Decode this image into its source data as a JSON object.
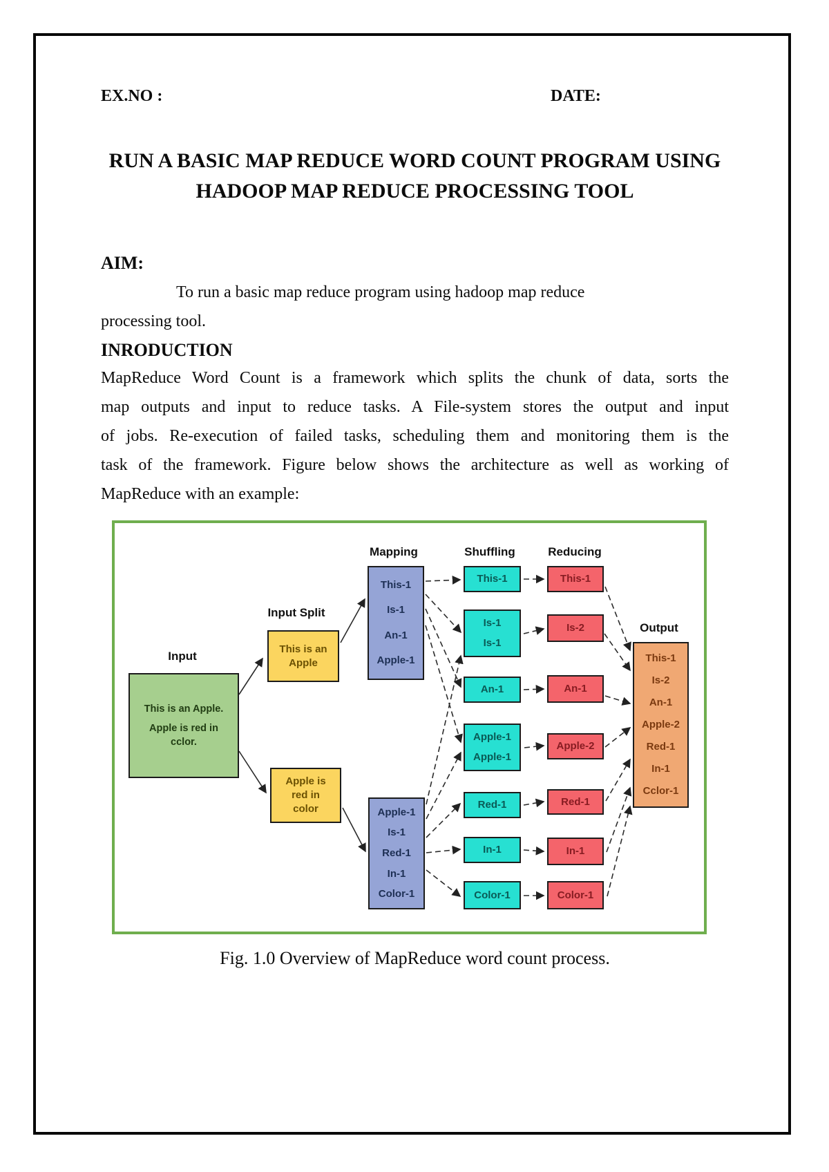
{
  "document": {
    "ex_no": "EX.NO :",
    "date": "DATE:",
    "title_line1": "RUN A BASIC MAP REDUCE WORD COUNT PROGRAM USING",
    "title_line2": "HADOOP MAP REDUCE PROCESSING TOOL",
    "aim_heading": "AIM:",
    "aim_line1": "To run a basic map reduce program using hadoop map reduce",
    "aim_line2": "processing tool.",
    "intro_heading": "INRODUCTION",
    "intro_lines": [
      "MapReduce Word Count is a framework which splits the chunk of data, sorts the",
      "map outputs and input to reduce tasks. A File-system stores the output and input",
      "of jobs. Re-execution of failed tasks, scheduling them and monitoring them is the",
      "task of the framework. Figure below shows the architecture as well as working of",
      "MapReduce with an example:"
    ],
    "figure_caption": "Fig. 1.0 Overview of MapReduce word count process."
  },
  "diagram": {
    "column_labels": {
      "input": "Input",
      "input_split": "Input Split",
      "mapping": "Mapping",
      "shuffling": "Shuffling",
      "reducing": "Reducing",
      "output": "Output"
    },
    "input_box": {
      "line1": "This is an Apple.",
      "line2": "Apple is red in",
      "line3": "cclor."
    },
    "split_box1": {
      "line1": "This is an",
      "line2": "Apple"
    },
    "split_box2": {
      "line1": "Apple is",
      "line2": "red in",
      "line3": "color"
    },
    "map_box1": [
      "This-1",
      "Is-1",
      "An-1",
      "Apple-1"
    ],
    "map_box2": [
      "Apple-1",
      "Is-1",
      "Red-1",
      "In-1",
      "Color-1"
    ],
    "shuffle_boxes": {
      "this": [
        "This-1"
      ],
      "is": [
        "Is-1",
        "Is-1"
      ],
      "an": [
        "An-1"
      ],
      "apple": [
        "Apple-1",
        "Apple-1"
      ],
      "red": [
        "Red-1"
      ],
      "in": [
        "In-1"
      ],
      "color": [
        "Color-1"
      ]
    },
    "reduce_boxes": {
      "this": "This-1",
      "is": "Is-2",
      "an": "An-1",
      "apple": "Apple-2",
      "red": "Red-1",
      "in": "In-1",
      "color": "Color-1"
    },
    "output_box": [
      "This-1",
      "Is-2",
      "An-1",
      "Apple-2",
      "Red-1",
      "In-1",
      "Cclor-1"
    ],
    "colors": {
      "figure_border": "#6fae4e",
      "input_fill": "#a6cf8e",
      "split_fill": "#fbd55f",
      "mapping_fill": "#95a4d6",
      "shuffle_fill": "#27e0d2",
      "reduce_fill": "#f4646b",
      "output_fill": "#f0a873"
    }
  }
}
